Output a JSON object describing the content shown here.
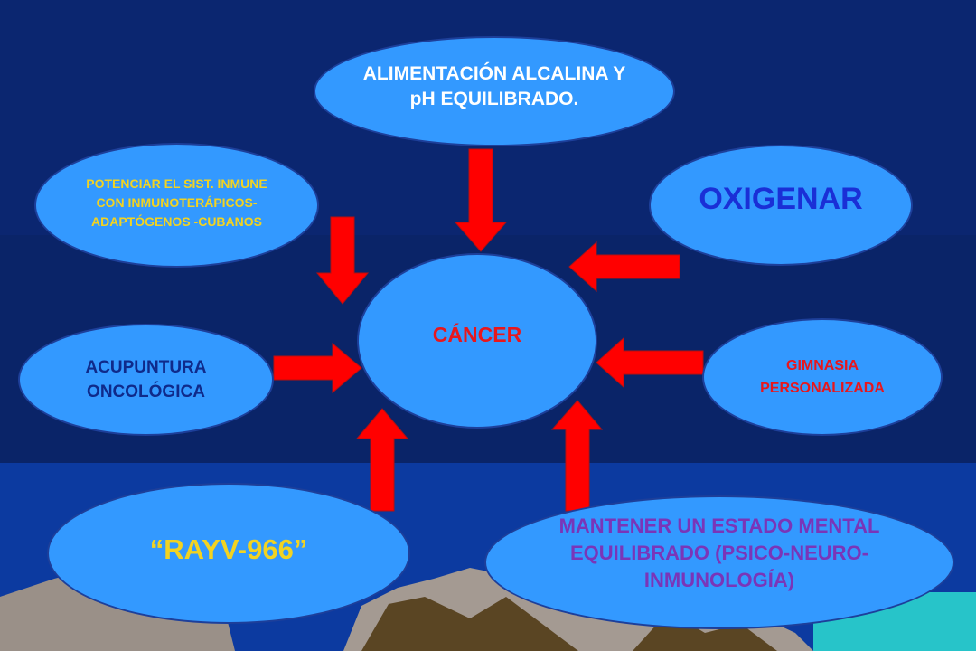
{
  "diagram": {
    "center": {
      "label": "CÁNCER",
      "color": "#e8171c"
    },
    "nodes": {
      "alimentacion": {
        "line1": "ALIMENTACIÓN ALCALINA Y",
        "line2": "pH  EQUILIBRADO.",
        "color": "#ffffff"
      },
      "potenciar": {
        "line1": "POTENCIAR EL SIST. INMUNE",
        "line2": "CON INMUNOTERÁPICOS-",
        "line3": "ADAPTÓGENOS -CUBANOS",
        "color": "#f2d321"
      },
      "oxigenar": {
        "label": "OXIGENAR",
        "color": "#1a2fd6"
      },
      "acupuntura": {
        "line1": "ACUPUNTURA",
        "line2": "ONCOLÓGICA",
        "color": "#0f2a8a"
      },
      "gimnasia": {
        "line1": "GIMNASIA",
        "line2": "PERSONALIZADA",
        "color": "#e8171c"
      },
      "rayv": {
        "label": "“RAYV-966”",
        "color": "#f2d321"
      },
      "mental": {
        "line1": "MANTENER UN ESTADO MENTAL",
        "line2": "EQUILIBRADO (PSICO-NEURO-",
        "line3": "INMUNOLOGÍA)",
        "color": "#7a35b8"
      }
    },
    "colors": {
      "node_fill": "#3399ff",
      "arrow": "#ff0000",
      "sky": "#0a2468",
      "sea": "#0c3aa0"
    }
  }
}
